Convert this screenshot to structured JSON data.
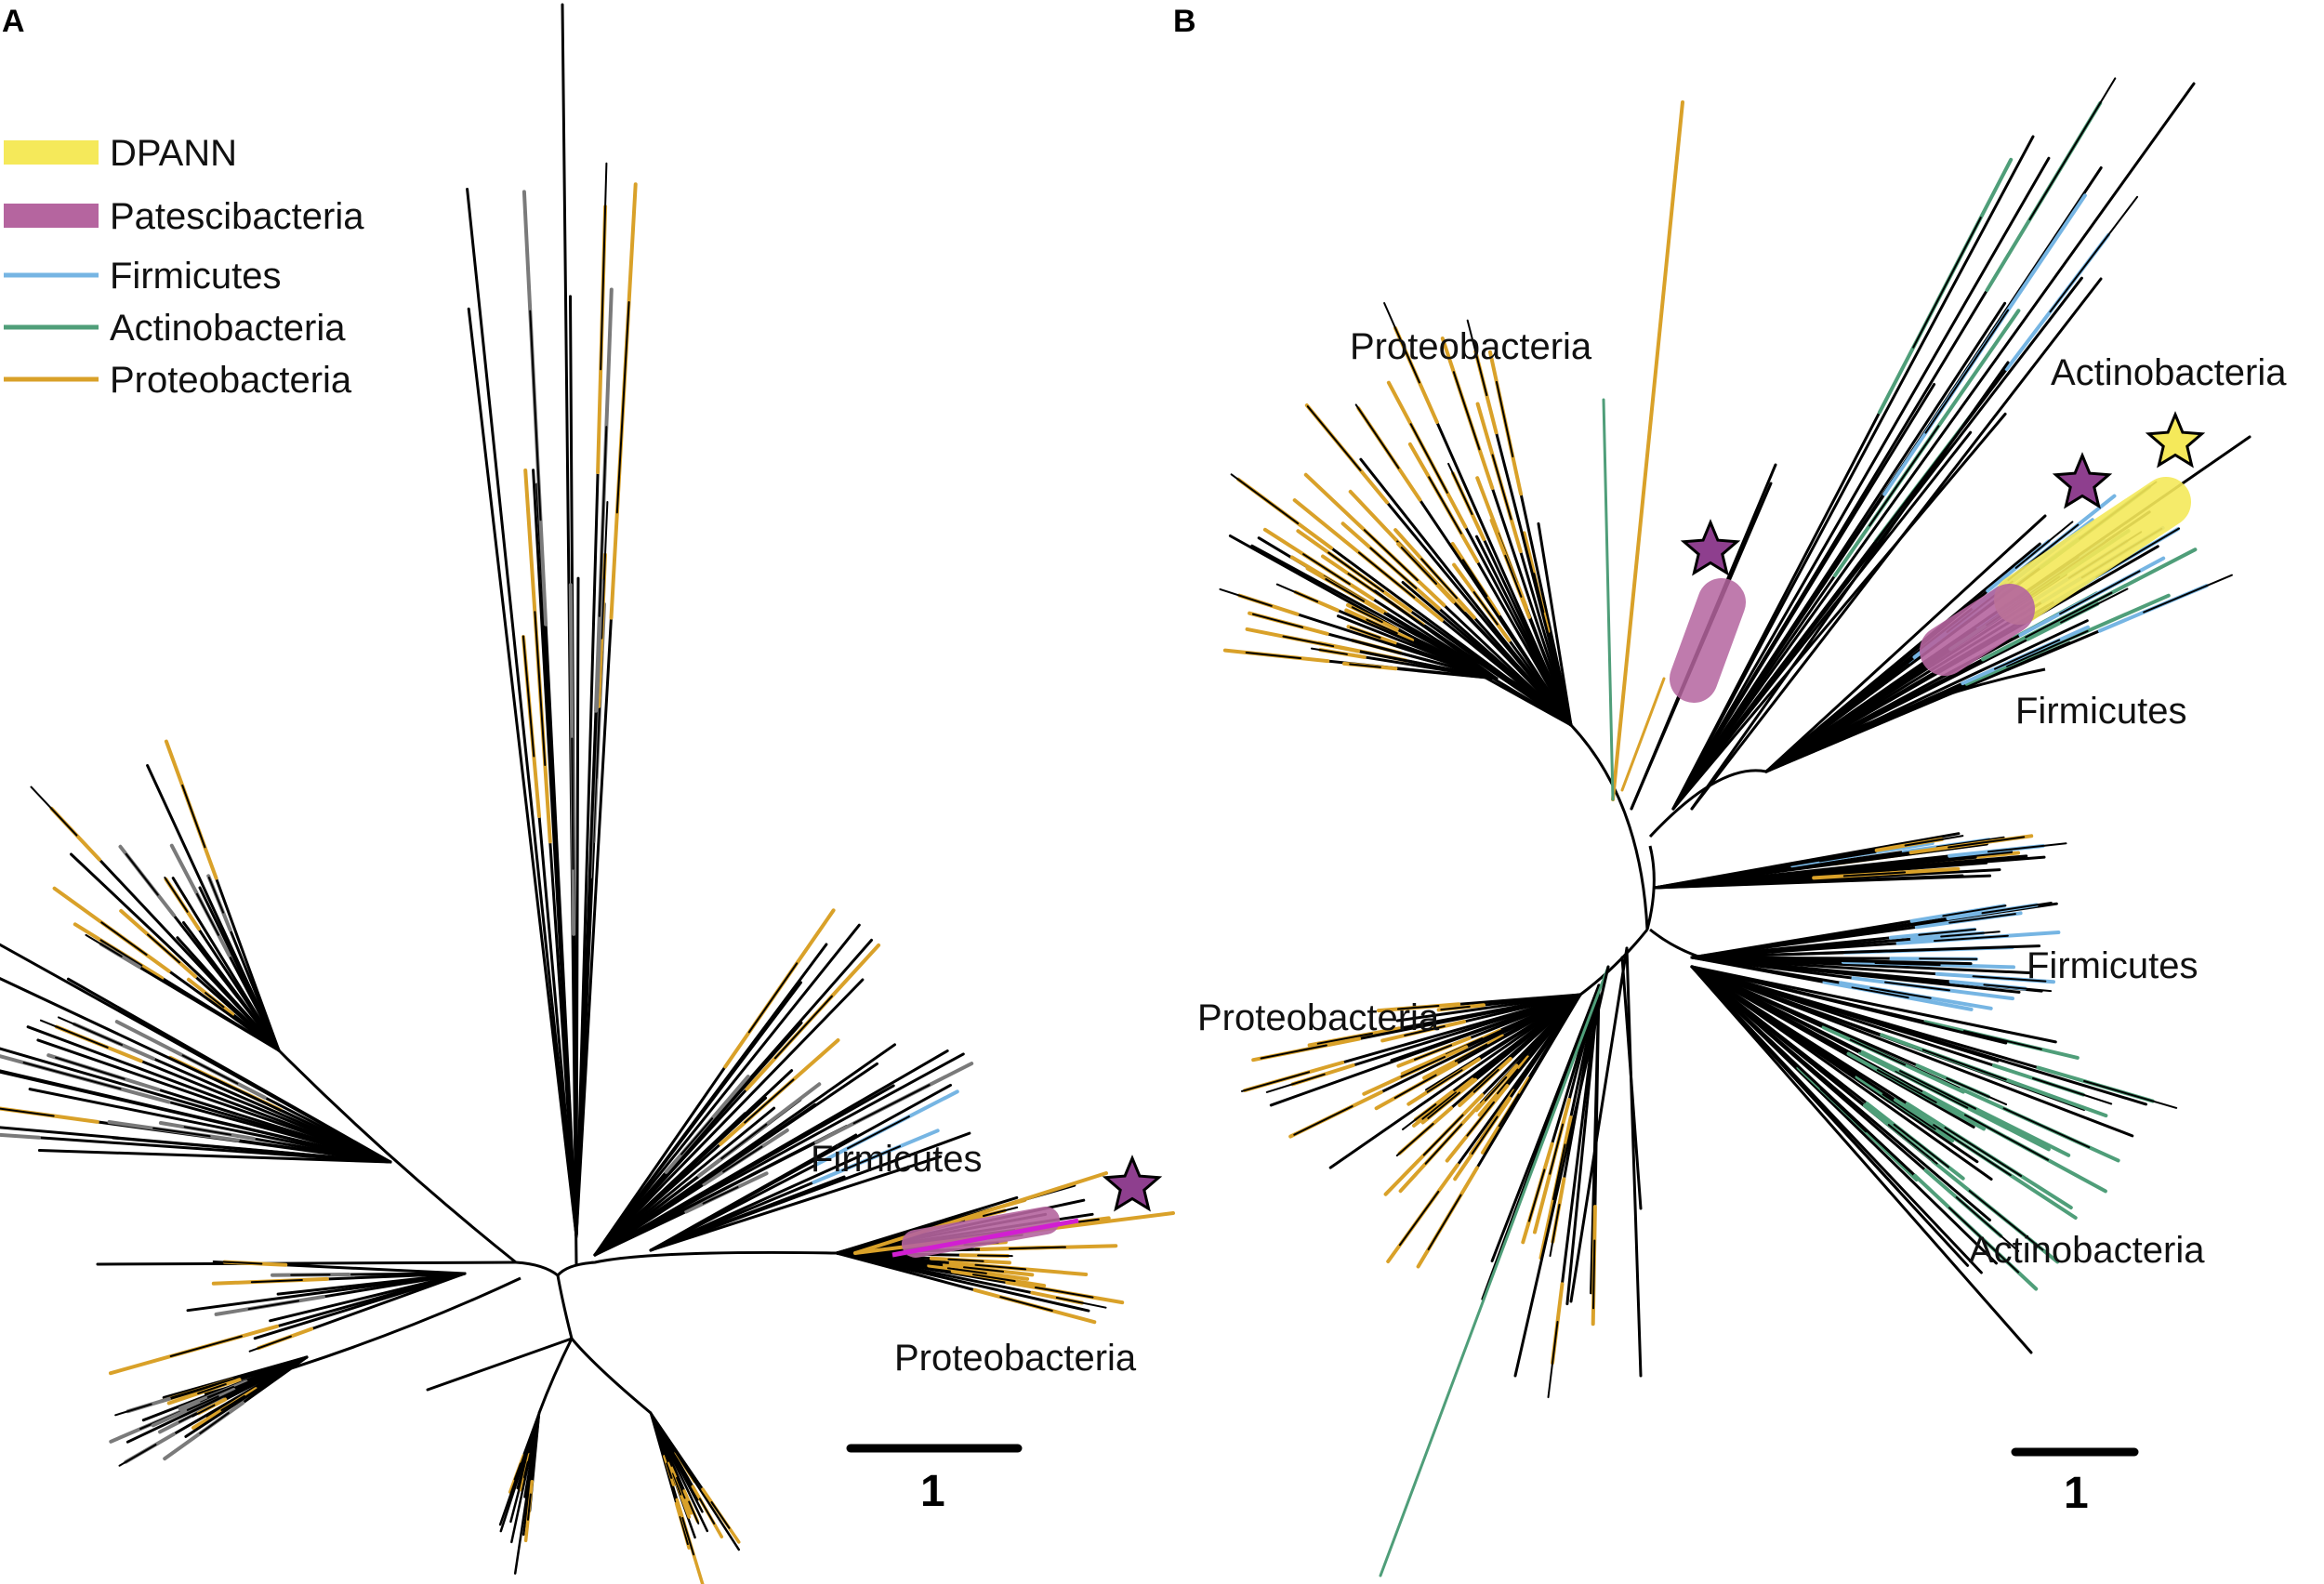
{
  "panels": [
    {
      "id": "A",
      "letter": "A"
    },
    {
      "id": "B",
      "letter": "B"
    }
  ],
  "legend": {
    "items": [
      {
        "label": "DPANN",
        "color": "#f5e95a",
        "style": "thick"
      },
      {
        "label": "Patescibacteria",
        "color": "#b5659f",
        "style": "thick"
      },
      {
        "label": "Firmicutes",
        "color": "#76b5e3",
        "style": "line"
      },
      {
        "label": "Actinobacteria",
        "color": "#4f9e79",
        "style": "line"
      },
      {
        "label": "Proteobacteria",
        "color": "#d9a129",
        "style": "line"
      }
    ]
  },
  "colors": {
    "branch": "#000000",
    "gray_branch": "#7a7a7a",
    "firmicutes": "#76b5e3",
    "actinobacteria": "#4f9e79",
    "proteobacteria": "#d9a129",
    "patescibacteria": "#b5659f",
    "dpann": "#f5e95a",
    "star_purple": "#8e3f8e",
    "star_yellow": "#f5e95a",
    "magenta": "#d11fd1"
  },
  "panelA": {
    "labels": {
      "firmicutes": "Firmicutes",
      "proteobacteria": "Proteobacteria"
    },
    "scale_bar": {
      "value": "1"
    }
  },
  "panelB": {
    "labels": {
      "proteobacteria_top": "Proteobacteria",
      "actinobacteria_top": "Actinobacteria",
      "firmicutes_top": "Firmicutes",
      "firmicutes_mid": "Firmicutes",
      "proteobacteria_left": "Proteobacteria",
      "actinobacteria_bottom": "Actinobacteria"
    },
    "scale_bar": {
      "value": "1"
    }
  },
  "markers": [
    {
      "name": "patescibacteria-star-a",
      "color": "star_purple"
    },
    {
      "name": "patescibacteria-star-b-left",
      "color": "star_purple"
    },
    {
      "name": "patescibacteria-star-b-right",
      "color": "star_purple"
    },
    {
      "name": "dpann-star-b",
      "color": "star_yellow"
    }
  ]
}
